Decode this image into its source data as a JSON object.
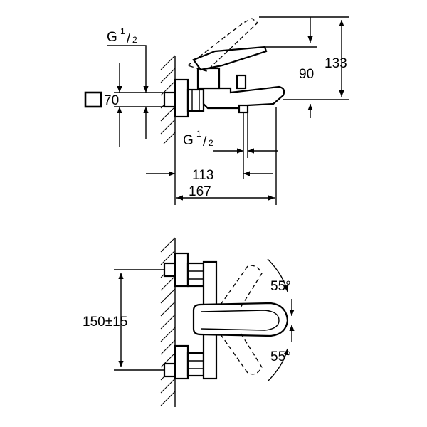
{
  "top_view": {
    "inlet_thread": {
      "base": "G",
      "num": "1",
      "den": "2"
    },
    "outlet_thread": {
      "base": "G",
      "num": "1",
      "den": "2"
    },
    "square_size": "70",
    "dim_height_90": "90",
    "dim_height_133": "133",
    "dim_length_113": "113",
    "dim_length_167": "167"
  },
  "bottom_view": {
    "center_distance": "150±15",
    "angle_up": "55°",
    "angle_down": "55°"
  }
}
